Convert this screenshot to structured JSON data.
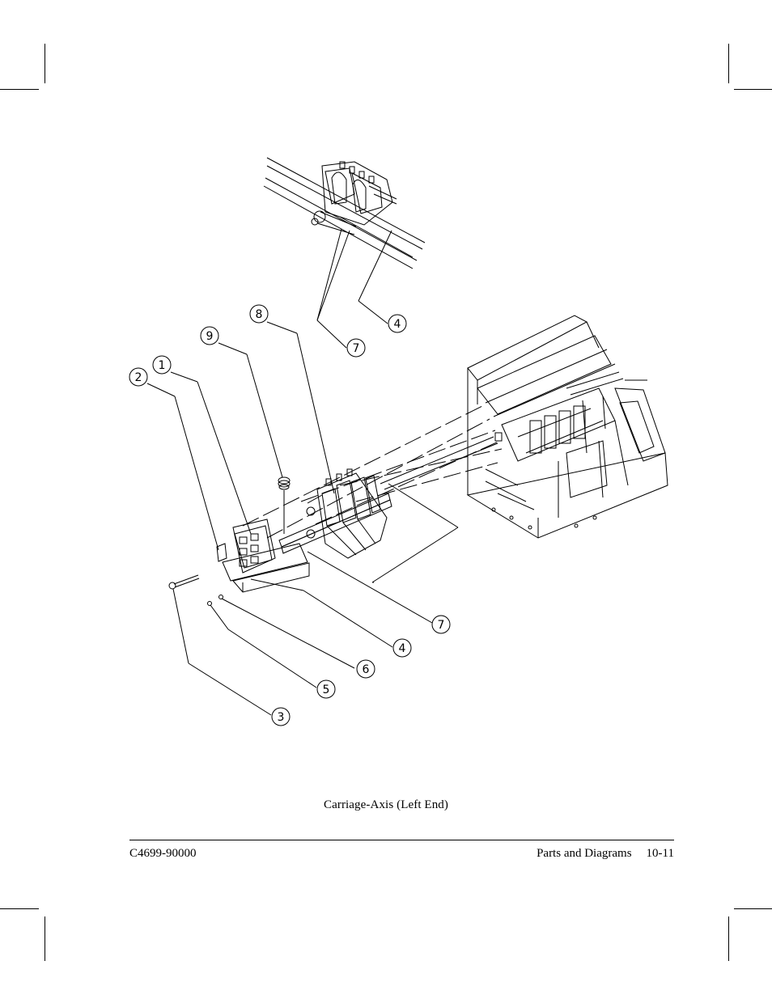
{
  "caption": "Carriage-Axis (Left End)",
  "footer": {
    "doc_number": "C4699-90000",
    "section": "Parts and Diagrams",
    "page_number": "10-11"
  },
  "callouts": [
    {
      "id": "callout-4-top",
      "label": "4"
    },
    {
      "id": "callout-7-top",
      "label": "7"
    },
    {
      "id": "callout-8",
      "label": "8"
    },
    {
      "id": "callout-9",
      "label": "9"
    },
    {
      "id": "callout-1",
      "label": "1"
    },
    {
      "id": "callout-2",
      "label": "2"
    },
    {
      "id": "callout-7-bottom",
      "label": "7"
    },
    {
      "id": "callout-4-bottom",
      "label": "4"
    },
    {
      "id": "callout-6",
      "label": "6"
    },
    {
      "id": "callout-5",
      "label": "5"
    },
    {
      "id": "callout-3",
      "label": "3"
    }
  ]
}
